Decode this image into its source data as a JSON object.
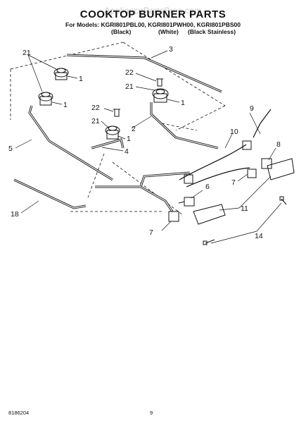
{
  "header": {
    "title": "COOKTOP BURNER PARTS",
    "models_line": "For Models: KGRI801PBL00, KGRI801PWH00, KGRI801PBS00",
    "variant_black": "(Black)",
    "variant_white": "(White)",
    "variant_stainless": "(Black Stainless)",
    "watermark": "AppliancePartsPros.com"
  },
  "callouts": {
    "c1a": "1",
    "c1b": "1",
    "c1c": "1",
    "c1d": "1",
    "c2": "2",
    "c3": "3",
    "c4": "4",
    "c5": "5",
    "c6": "6",
    "c7a": "7",
    "c7b": "7",
    "c8": "8",
    "c9": "9",
    "c10": "10",
    "c11": "11",
    "c14": "14",
    "c18": "18",
    "c21a": "21",
    "c21b": "21",
    "c21c": "21",
    "c22a": "22",
    "c22b": "22"
  },
  "footer": {
    "doc_number": "8186204",
    "page_number": "9"
  }
}
